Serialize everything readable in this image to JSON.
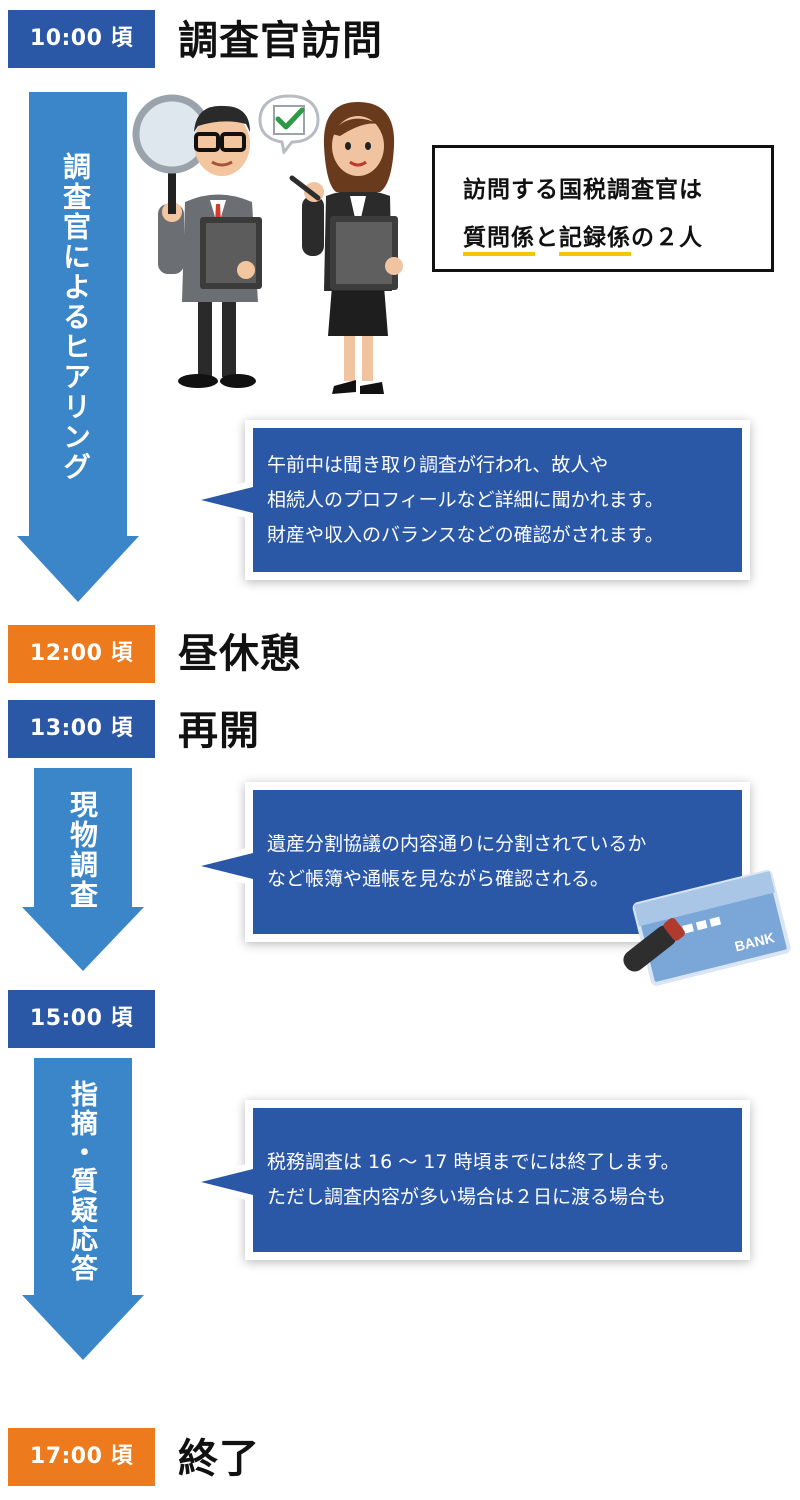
{
  "timeline": [
    {
      "time": "10:00 頃",
      "title": "調査官訪問"
    },
    {
      "time": "12:00 頃",
      "title": "昼休憩"
    },
    {
      "time": "13:00 頃",
      "title": "再開"
    },
    {
      "time": "15:00 頃",
      "title": ""
    },
    {
      "time": "17:00 頃",
      "title": "終了"
    }
  ],
  "arrows": [
    {
      "label": "調査官によるヒアリング"
    },
    {
      "label": "現物調査"
    },
    {
      "label": "指摘・質疑応答"
    }
  ],
  "infobox": {
    "line1": "訪問する国税調査官は",
    "part_a": "質問係",
    "conj": "と",
    "part_b": "記録係",
    "tail": "の２人"
  },
  "bubbles": [
    {
      "lines": [
        "午前中は聞き取り調査が行われ、故人や",
        "相続人のプロフィールなど詳細に聞かれます。",
        "財産や収入のバランスなどの確認がされます。"
      ]
    },
    {
      "lines": [
        "遺産分割協議の内容通りに分割されているか",
        "など帳簿や通帳を見ながら確認される。"
      ]
    },
    {
      "lines": [
        "税務調査は 16 ～ 17 時頃までには終了します。",
        "ただし調査内容が多い場合は２日に渡る場合も"
      ]
    }
  ],
  "bankbook": {
    "label": "BANK"
  },
  "colors": {
    "badge_blue": "#2b57a7",
    "badge_orange": "#ed7a1c",
    "arrow": "#3a86c8",
    "highlight": "#f5c500"
  },
  "icons": [
    "magnifier-inspector-man",
    "clipboard-woman",
    "checkmark-speech-icon",
    "bankbook-and-seal"
  ]
}
